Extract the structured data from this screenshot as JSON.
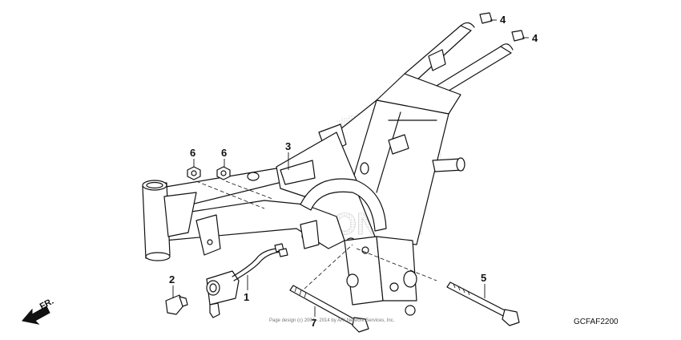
{
  "diagram_code": "GCFAF2200",
  "front_label": "FR.",
  "copyright": "Page design (c) 2004 - 2014 by ARI Network Services, Inc.",
  "watermark": "HONDA",
  "callouts": [
    {
      "id": "1",
      "label": "1"
    },
    {
      "id": "2",
      "label": "2"
    },
    {
      "id": "3",
      "label": "3"
    },
    {
      "id": "4a",
      "label": "4"
    },
    {
      "id": "4b",
      "label": "4"
    },
    {
      "id": "5",
      "label": "5"
    },
    {
      "id": "6a",
      "label": "6"
    },
    {
      "id": "6b",
      "label": "6"
    },
    {
      "id": "7",
      "label": "7"
    }
  ]
}
